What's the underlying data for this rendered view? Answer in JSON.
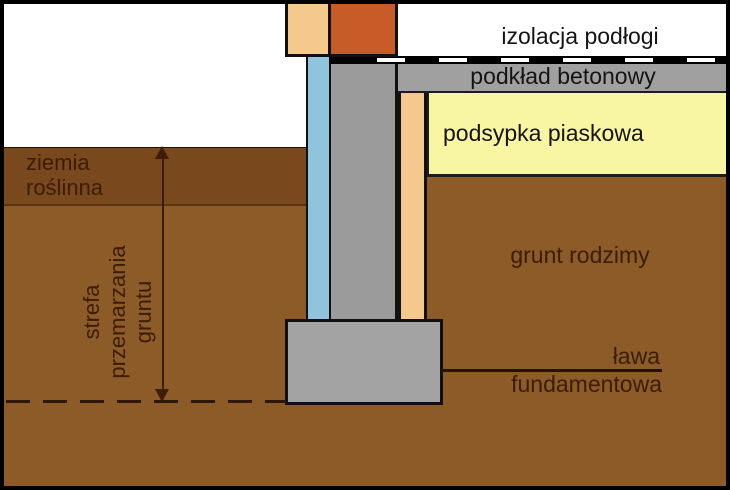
{
  "labels": {
    "floor_insulation": "izolacja podłogi",
    "concrete_underlay": "podkład betonowy",
    "sand_bedding": "podsypka piaskowa",
    "topsoil": [
      "ziemia",
      "roślinna"
    ],
    "frost_zone": [
      "strefa",
      "przemarzania",
      "gruntu"
    ],
    "native_soil": "grunt rodzimy",
    "footing": [
      "ława",
      "fundamentowa"
    ]
  },
  "colors": {
    "sky_white": "#ffffff",
    "topsoil_brown": "#7a481d",
    "native_soil_brown": "#8d5b27",
    "sand_yellow": "#f8f5a3",
    "concrete_gray": "#a0a0a0",
    "wall_gray": "#9b9b9b",
    "footing_gray": "#a3a3a3",
    "insulation_blue": "#8fc4dc",
    "peach": "#f5c88d",
    "brick_orange": "#c85c28",
    "izolacja_black": "#000000",
    "ink_dark_brown": "#3a1d04",
    "ink_black": "#141414",
    "annotation_line": "#3b1e05",
    "leader_line": "#24120a"
  }
}
